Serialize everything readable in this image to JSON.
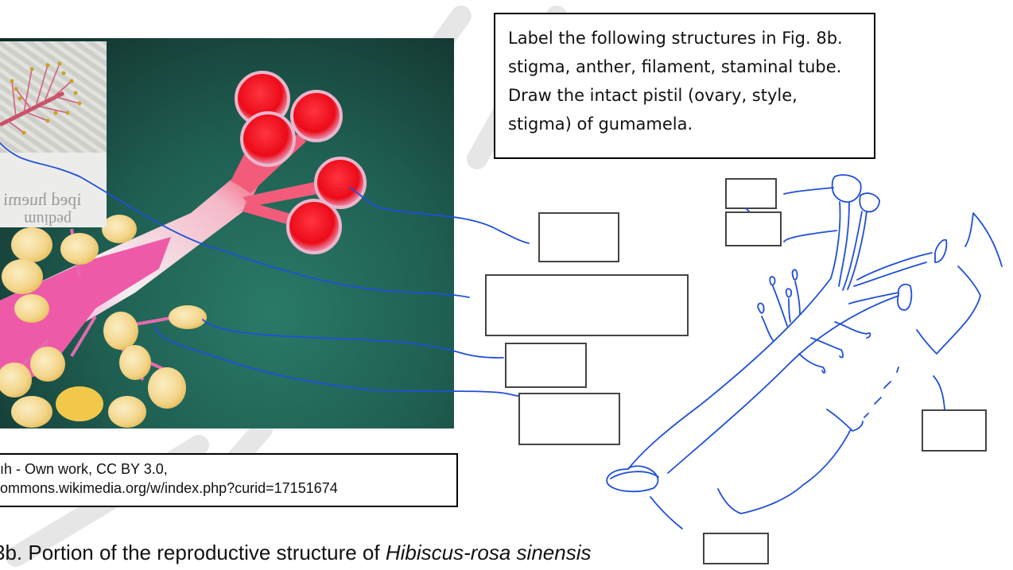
{
  "instructions": {
    "text": "Label the following structures in Fig. 8b. stigma, anther, filament, staminal tube.  Draw the intact pistil (ovary, style, stigma) of gumamela."
  },
  "figure": {
    "photo_subject": "Hibiscus flower stigma and staminal column close-up",
    "inset_subject": "Staminal column photograph on paper",
    "inset_text_lines": [
      "iped huemi",
      "pedium"
    ],
    "credit_line_1": "ıh - Own work, CC BY 3.0,",
    "credit_line_2": "ommons.wikimedia.org/w/index.php?curid=17151674",
    "caption_prefix": "3b. Portion of the reproductive structure of ",
    "caption_species": "Hibiscus-rosa sinensis"
  },
  "label_boxes": [
    {
      "id": "photo-stigma-box",
      "value": ""
    },
    {
      "id": "photo-staminal-tube-box",
      "value": ""
    },
    {
      "id": "photo-anther-box",
      "value": ""
    },
    {
      "id": "photo-filament-box",
      "value": ""
    },
    {
      "id": "drawing-stigma-top-box",
      "value": ""
    },
    {
      "id": "drawing-style-box",
      "value": ""
    },
    {
      "id": "drawing-petal-box",
      "value": ""
    },
    {
      "id": "drawing-ovary-box",
      "value": ""
    }
  ],
  "colors": {
    "annotation_ink": "#1f4fd8",
    "box_border": "#444444",
    "stigma_red": "#f0101e",
    "anther_yellow": "#f3d58a",
    "filament_pink": "#ea5ca8",
    "background_green": "#1f5f52"
  }
}
